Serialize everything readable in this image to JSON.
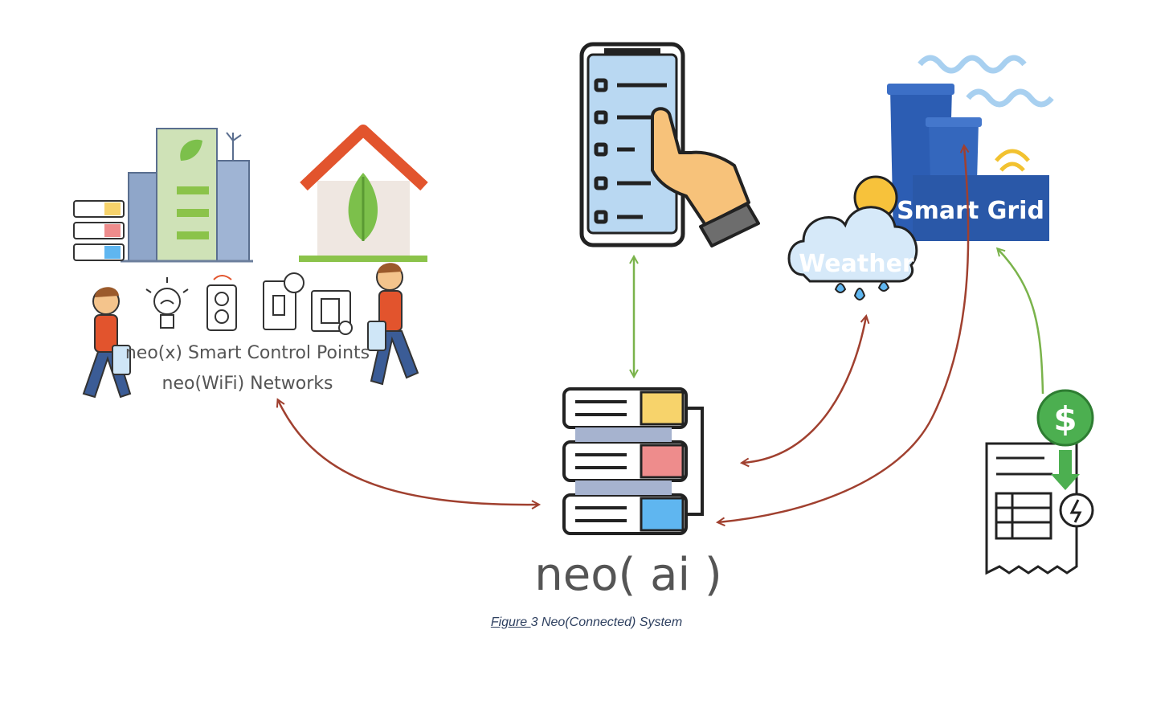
{
  "diagram": {
    "labels": {
      "control_points": "neo(x) Smart Control Points",
      "networks": "neo(WiFi) Networks",
      "weather": "Weather",
      "smart_grid": "Smart Grid",
      "ai": "neo( ai )"
    },
    "colors": {
      "green_arrow": "#7ab34b",
      "red_arrow": "#a0402f",
      "grid_blue": "#2c5db3",
      "phone_blue": "#b9d8f2",
      "house_roof": "#e2542d",
      "leaf_green": "#7cc04b",
      "server_yellow": "#f7d36b",
      "server_pink": "#ee8c8c",
      "server_blue": "#5fb6f0",
      "dollar_green": "#4caf50"
    },
    "icons": [
      "building-icon",
      "server-stack-icon",
      "house-icon",
      "person-icon",
      "bulb-icon",
      "outlet-icon",
      "switch-icon",
      "thermostat-icon",
      "phone-icon",
      "hand-icon",
      "weather-icon",
      "smart-grid-icon",
      "bill-icon",
      "dollar-icon",
      "ai-server-icon"
    ]
  },
  "caption": {
    "figure": "Figure ",
    "text": "3 Neo(Connected) System"
  }
}
